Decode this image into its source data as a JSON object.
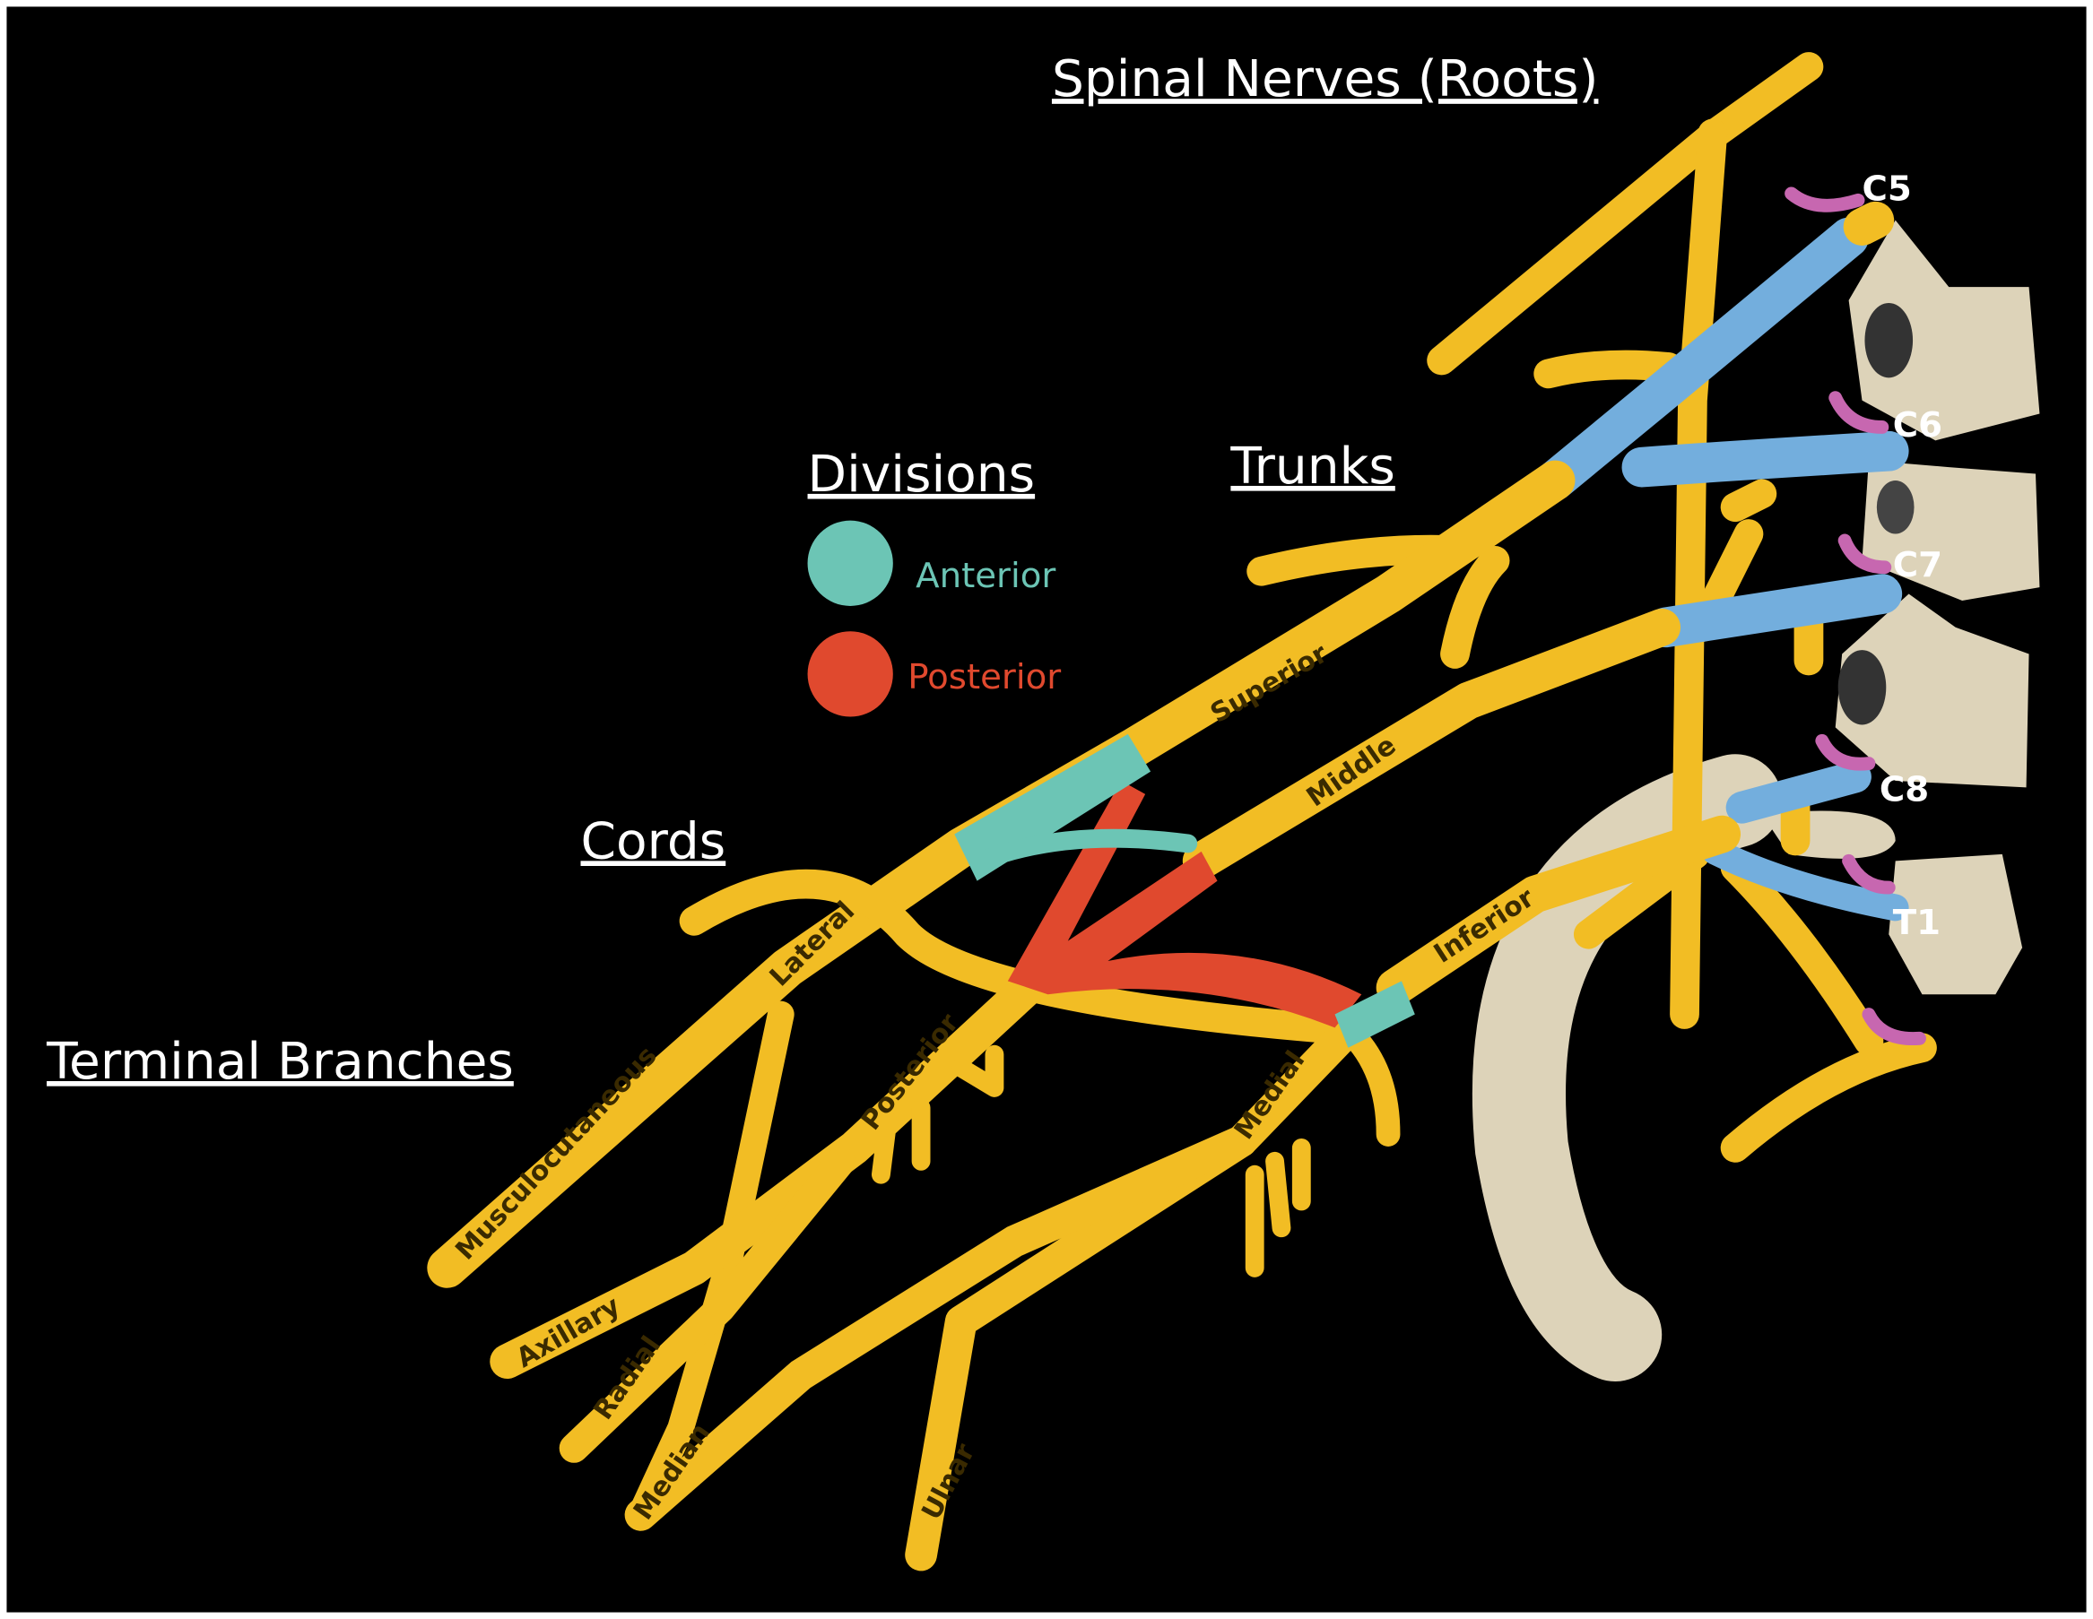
{
  "titles": {
    "roots": "Spinal Nerves (Roots)",
    "trunks": "Trunks",
    "divisions": "Divisions",
    "cords": "Cords",
    "terminal": "Terminal Branches"
  },
  "legend": [
    {
      "label": "Anterior",
      "color": "#6cc5b5"
    },
    {
      "label": "Posterior",
      "color": "#e0492e"
    }
  ],
  "roots": [
    "C5",
    "C6",
    "C7",
    "C8",
    "T1"
  ],
  "trunks": [
    "Superior",
    "Middle",
    "Inferior"
  ],
  "cords": [
    "Lateral",
    "Posterior",
    "Medial"
  ],
  "branches": [
    "Musculocutaneous",
    "Axillary",
    "Radial",
    "Median",
    "Ulnar"
  ],
  "colors": {
    "nerve": "#f2bd24",
    "root": "#73aedd",
    "bone": "#ddd3b9",
    "background": "#000000",
    "vessel": "#c767b0"
  }
}
